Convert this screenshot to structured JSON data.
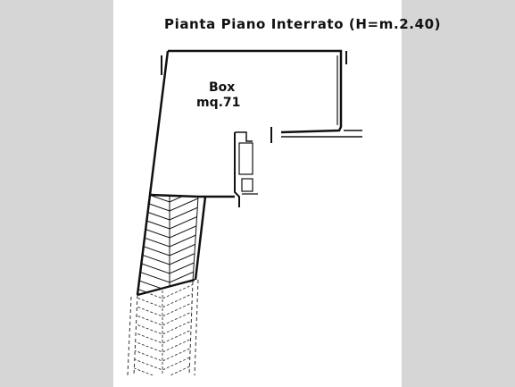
{
  "plan": {
    "title": "Pianta Piano Interrato (H=m.2.40)"
  },
  "rooms": [
    {
      "name": "Box",
      "area": "mq.71"
    }
  ]
}
